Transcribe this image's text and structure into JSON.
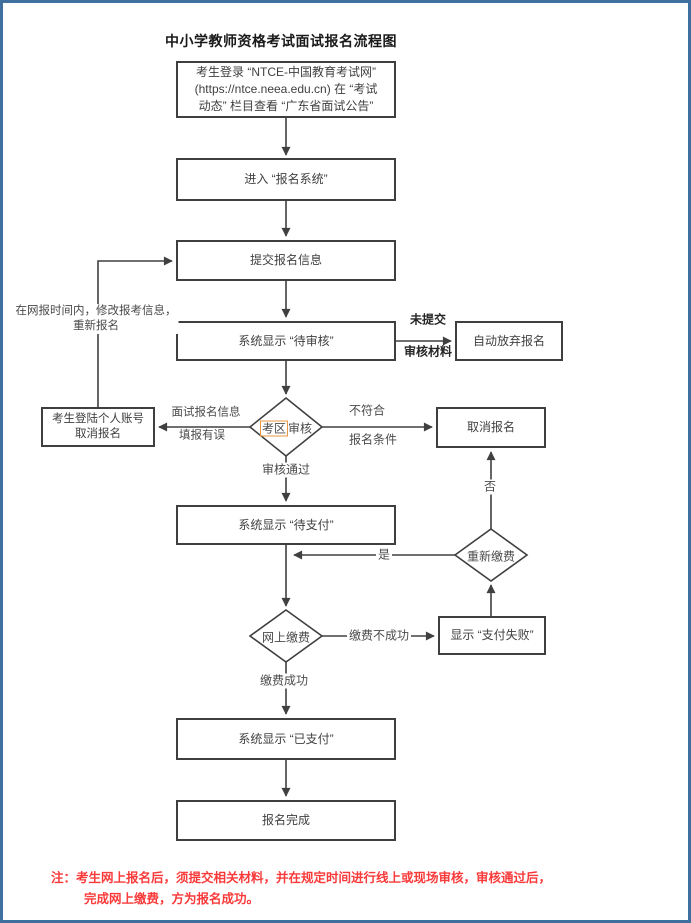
{
  "title": "中小学教师资格考试面试报名流程图",
  "colors": {
    "frame": "#3e6f9f",
    "line": "#404040",
    "note": "#f93a3a",
    "highlight": "#e8973f"
  },
  "nodes": {
    "login": "考生登录 “NTCE-中国教育考试网”\n(https://ntce.neea.edu.cn) 在 “考试\n动态” 栏目查看 “广东省面试公告”",
    "enter_system": "进入 “报名系统”",
    "submit_info": "提交报名信息",
    "pending_review": "系统显示 “待审核”",
    "auto_abandon": "自动放弃报名",
    "cancel_left": "考生登陆个人账号\n取消报名",
    "cancel": "取消报名",
    "pending_pay": "系统显示 “待支付”",
    "pay_fail_box": "显示 “支付失败”",
    "paid": "系统显示 “已支付”",
    "done": "报名完成"
  },
  "diamonds": {
    "audit_part1": "考区",
    "audit_part2": "审核",
    "online_pay": "网上缴费",
    "repay": "重新缴费"
  },
  "edge_labels": {
    "not_submitted": "未提交",
    "audit_materials": "审核材料",
    "interview_info": "面试报名信息",
    "fill_error": "填报有误",
    "not_meet": "不符合",
    "conditions": "报名条件",
    "audit_pass": "审核通过",
    "modify": "在网报时间内，修改报考信息，\n重新报名",
    "yes": "是",
    "no": "否",
    "pay_not_success": "缴费不成功",
    "pay_success": "缴费成功"
  },
  "note": {
    "line1": "注：考生网上报名后，须提交相关材料，并在规定时间进行线上或现场审核，审核通过后，",
    "line2": "完成网上缴费，方为报名成功。"
  }
}
